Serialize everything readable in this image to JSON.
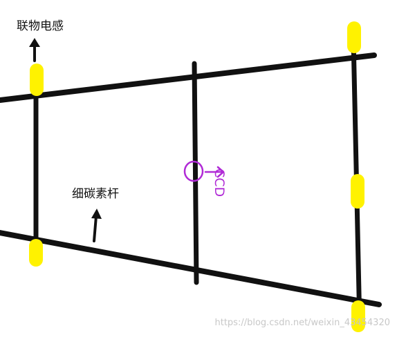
{
  "labels": {
    "inductor": "联物电感",
    "carbon_rod": "细碳素杆",
    "ccd": "CCD"
  },
  "watermark": "https://blog.csdn.net/weixin_43454320",
  "colors": {
    "rod": "#111111",
    "inductor_marker": "#fff200",
    "ccd_annotation": "#b02ad6",
    "watermark": "#c8c8c8",
    "background": "#ffffff"
  }
}
